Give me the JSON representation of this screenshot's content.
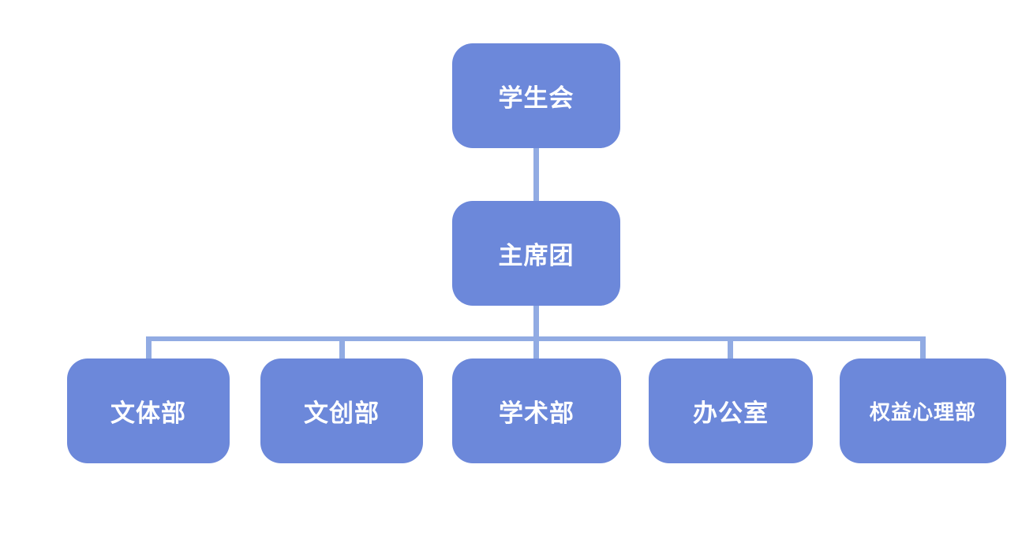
{
  "colors": {
    "page_bg": "#ffffff",
    "node_fill": "#6C88DA",
    "node_text": "#ffffff",
    "connector": "#91ABE3"
  },
  "diagram": {
    "type": "org-chart",
    "root": {
      "label": "学生会",
      "children": [
        {
          "label": "主席团",
          "children": [
            {
              "label": "文体部"
            },
            {
              "label": "文创部"
            },
            {
              "label": "学术部"
            },
            {
              "label": "办公室"
            },
            {
              "label": "权益心理部"
            }
          ]
        }
      ]
    }
  }
}
